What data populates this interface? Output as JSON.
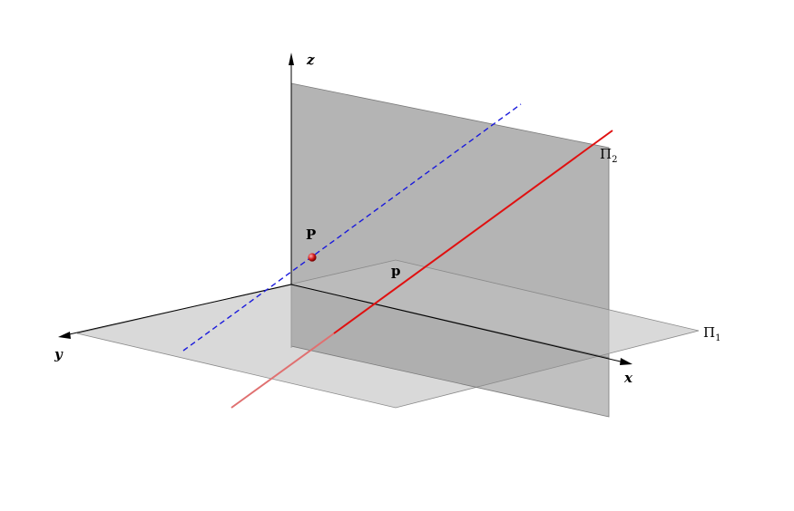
{
  "axes": {
    "x": "x",
    "y": "y",
    "z": "z"
  },
  "planes": {
    "horizontal": {
      "label": "Π",
      "subscript": "1"
    },
    "vertical": {
      "label": "Π",
      "subscript": "2"
    }
  },
  "points": {
    "space_point": "P",
    "trace_point": "p"
  },
  "colors": {
    "plane_fill": "#7a7a7a",
    "horizontal_plane": "#c8c8c8",
    "blue_line": "#1a1adc",
    "red_line": "#e01010",
    "point": "#d01818",
    "axis": "#000000"
  }
}
